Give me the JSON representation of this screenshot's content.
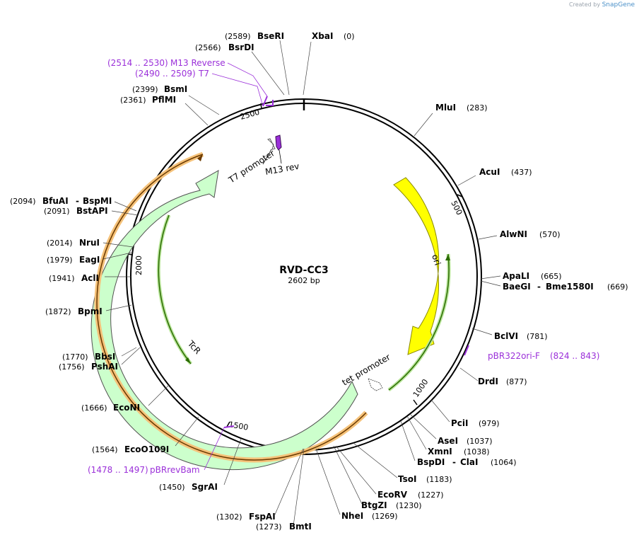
{
  "watermark": {
    "created_by": "Created by",
    "brand": "SnapGene"
  },
  "plasmid": {
    "name": "RVD-CC3",
    "length_label": "2602 bp",
    "length": 2602
  },
  "ticks": [
    "500",
    "1000",
    "1500",
    "2000",
    "2500"
  ],
  "features": [
    {
      "label": "ori",
      "color": "#ffff00"
    },
    {
      "label": "TcR",
      "color": "#ccffcc"
    },
    {
      "label": "T7 promoter",
      "color": "#ffffff"
    },
    {
      "label": "M13 rev",
      "color": "#9b30d9"
    },
    {
      "label": "tet promoter",
      "color": "#ffffff"
    }
  ],
  "primers": [
    {
      "name": "M13 Reverse",
      "range": "(2514 .. 2530)"
    },
    {
      "name": "T7",
      "range": "(2490 .. 2509)"
    },
    {
      "name": "pBR322ori-F",
      "range": "(824 .. 843)"
    },
    {
      "name": "pBRrevBam",
      "range": "(1478 .. 1497)"
    }
  ],
  "enzymes": [
    {
      "name": "XbaI",
      "pos": "(0)"
    },
    {
      "name": "BseRI",
      "pos": "(2589)"
    },
    {
      "name": "BsrDI",
      "pos": "(2566)"
    },
    {
      "name": "MluI",
      "pos": "(283)"
    },
    {
      "name": "AcuI",
      "pos": "(437)"
    },
    {
      "name": "AlwNI",
      "pos": "(570)"
    },
    {
      "name": "ApaLI",
      "pos": "(665)"
    },
    {
      "name": "BaeGI",
      "name2": "Bme1580I",
      "pos": "(669)"
    },
    {
      "name": "BclVI",
      "pos": "(781)"
    },
    {
      "name": "DrdI",
      "pos": "(877)"
    },
    {
      "name": "PciI",
      "pos": "(979)"
    },
    {
      "name": "AseI",
      "pos": "(1037)"
    },
    {
      "name": "XmnI",
      "pos": "(1038)"
    },
    {
      "name": "BspDI",
      "name2": "ClaI",
      "pos": "(1064)"
    },
    {
      "name": "TsoI",
      "pos": "(1183)"
    },
    {
      "name": "EcoRV",
      "pos": "(1227)"
    },
    {
      "name": "BtgZI",
      "pos": "(1230)"
    },
    {
      "name": "NheI",
      "pos": "(1269)"
    },
    {
      "name": "BmtI",
      "pos": "(1273)"
    },
    {
      "name": "FspAI",
      "pos": "(1302)"
    },
    {
      "name": "SgrAI",
      "pos": "(1450)"
    },
    {
      "name": "EcoO109I",
      "pos": "(1564)"
    },
    {
      "name": "EcoNI",
      "pos": "(1666)"
    },
    {
      "name": "PshAI",
      "pos": "(1756)"
    },
    {
      "name": "BbsI",
      "pos": "(1770)"
    },
    {
      "name": "BpmI",
      "pos": "(1872)"
    },
    {
      "name": "AclI",
      "pos": "(1941)"
    },
    {
      "name": "EagI",
      "pos": "(1979)"
    },
    {
      "name": "NruI",
      "pos": "(2014)"
    },
    {
      "name": "BstAPI",
      "pos": "(2091)"
    },
    {
      "name": "BfuAI",
      "name2": "BspMI",
      "pos": "(2094)"
    },
    {
      "name": "PflMI",
      "pos": "(2361)"
    },
    {
      "name": "BsmI",
      "pos": "(2399)"
    }
  ]
}
